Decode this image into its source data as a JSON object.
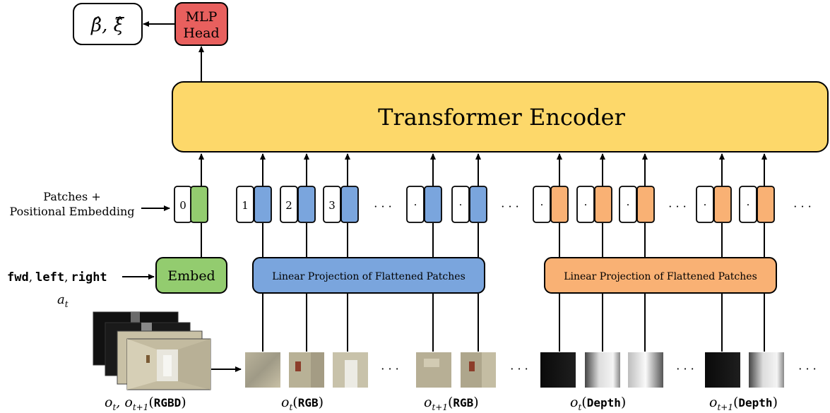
{
  "output": {
    "label": "β̂, ξ̂"
  },
  "mlp_head": {
    "line1": "MLP",
    "line2": "Head"
  },
  "encoder": {
    "label": "Transformer Encoder"
  },
  "patches_label": {
    "line1": "Patches +",
    "line2": "Positional Embedding"
  },
  "embed": {
    "label": "Embed"
  },
  "actions": {
    "fwd": "fwd",
    "left": "left",
    "right": "right",
    "sep": ",",
    "a": "a",
    "a_sub": "t"
  },
  "projection_rgb": {
    "label": "Linear Projection of Flattened Patches"
  },
  "projection_depth": {
    "label": "Linear Projection of Flattened Patches"
  },
  "tokens": {
    "t0": "0",
    "t1": "1",
    "t2": "2",
    "t3": "3",
    "dot": "·"
  },
  "ellipsis": "· · ·",
  "captions": {
    "rgbd": {
      "o": "o",
      "sub": "t",
      "mid": ", o",
      "sub2": "t+1",
      "mono": "RGBD"
    },
    "rgb_t": {
      "o": "o",
      "sub": "t",
      "mono": "RGB"
    },
    "rgb_t1": {
      "o": "o",
      "sub": "t+1",
      "mono": "RGB"
    },
    "depth_t": {
      "o": "o",
      "sub": "t",
      "mono": "Depth"
    },
    "depth_t1": {
      "o": "o",
      "sub": "t+1",
      "mono": "Depth"
    }
  },
  "colors": {
    "mlp": "#e8605e",
    "encoder": "#fdd86a",
    "embed": "#93cc6f",
    "rgb": "#7aa5dd",
    "depth": "#f9b174"
  }
}
